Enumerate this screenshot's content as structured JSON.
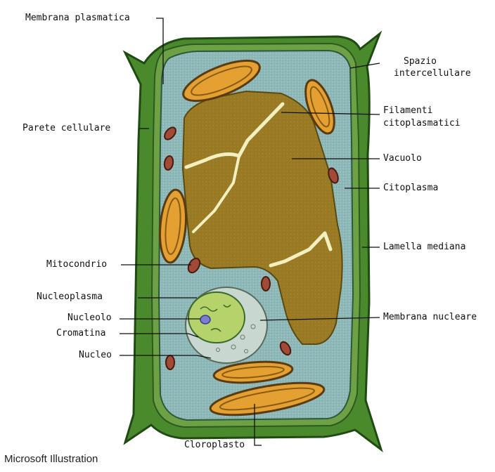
{
  "diagram": {
    "labels": {
      "membrana_plasmatica": "Membrana plasmatica",
      "spazio_intercellulare_1": "Spazio",
      "spazio_intercellulare_2": "intercellulare",
      "parete_cellulare": "Parete cellulare",
      "filamenti_1": "Filamenti",
      "filamenti_2": "citoplasmatici",
      "vacuolo": "Vacuolo",
      "citoplasma": "Citoplasma",
      "lamella_mediana": "Lamella mediana",
      "mitocondrio": "Mitocondrio",
      "nucleoplasma": "Nucleoplasma",
      "nucleolo": "Nucleolo",
      "membrana_nucleare": "Membrana nucleare",
      "cromatina": "Cromatina",
      "nucleo": "Nucleo",
      "cloroplasto": "Cloroplasto"
    },
    "credit": "Microsoft Illustration",
    "colors": {
      "wall": "#4a8a2c",
      "wall_dark": "#1f4a12",
      "cytoplasm": "#8fb8b8",
      "vacuole": "#9a7a22",
      "chloroplast": "#e4a030",
      "mitochondrion": "#a04a38",
      "nucleus": "#b6d26a",
      "filament": "#f2f0c0"
    }
  }
}
